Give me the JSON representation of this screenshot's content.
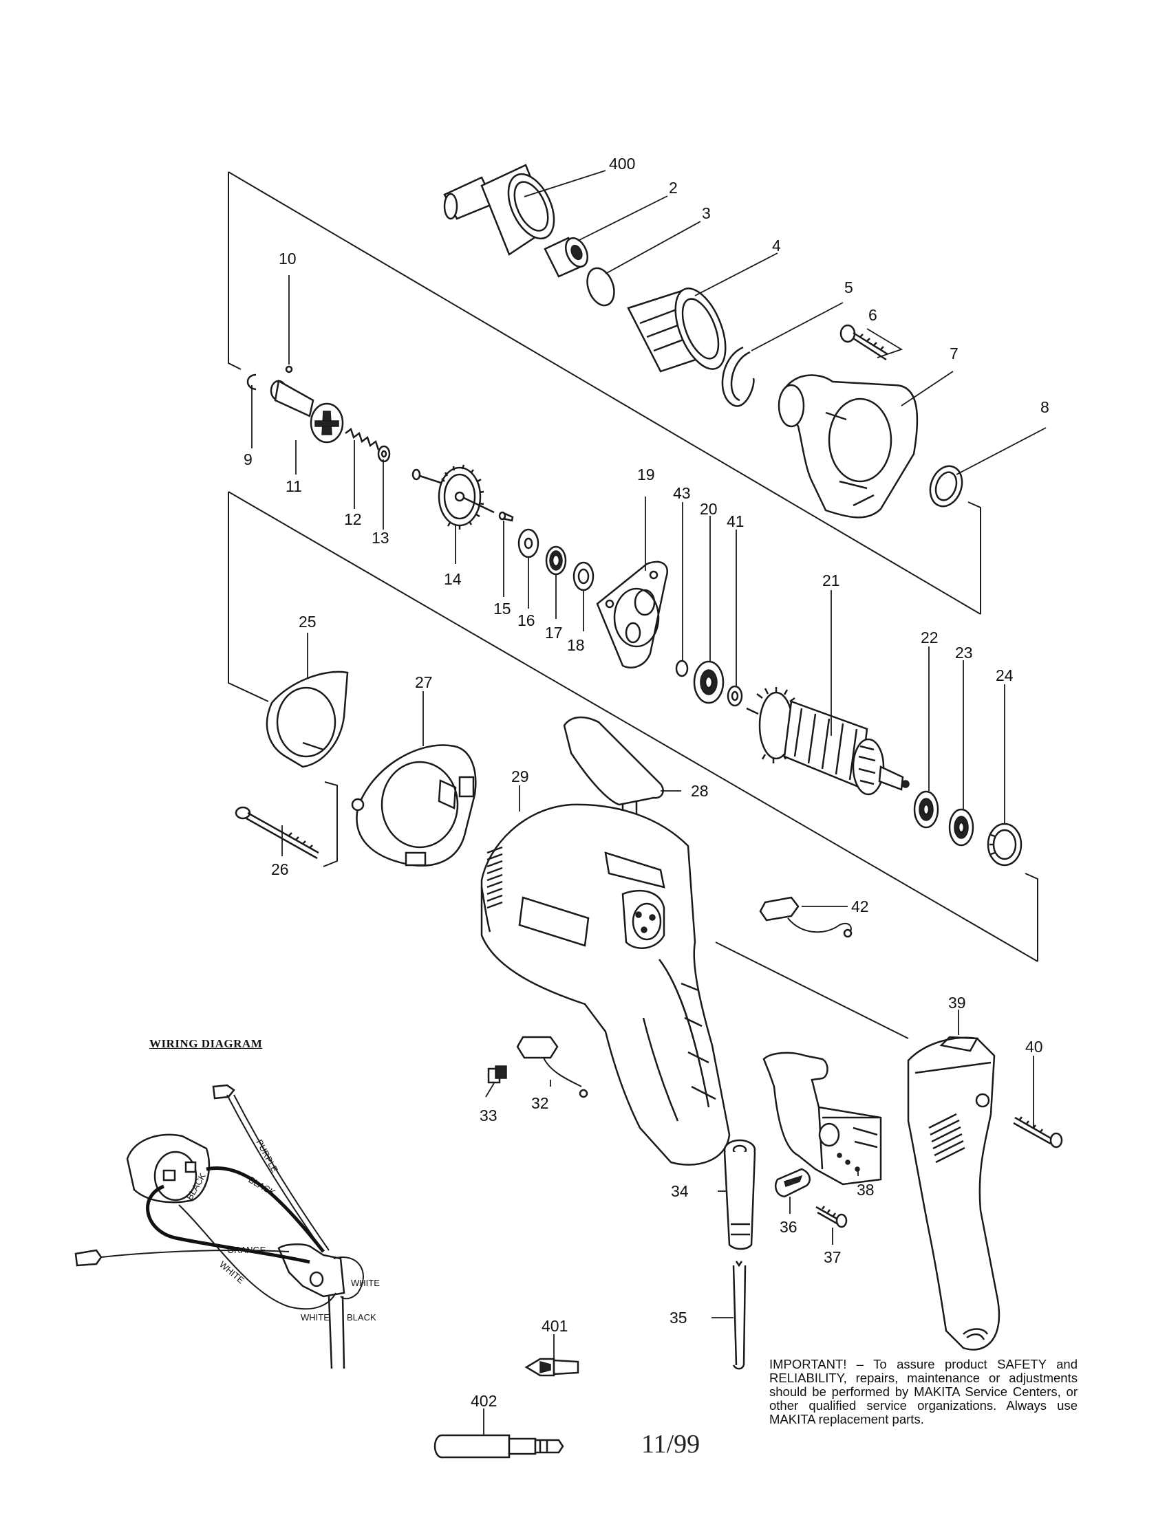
{
  "diagram": {
    "callouts": [
      {
        "id": "400",
        "text": "400"
      },
      {
        "id": "2",
        "text": "2"
      },
      {
        "id": "3",
        "text": "3"
      },
      {
        "id": "4",
        "text": "4"
      },
      {
        "id": "5",
        "text": "5"
      },
      {
        "id": "6",
        "text": "6"
      },
      {
        "id": "7",
        "text": "7"
      },
      {
        "id": "8",
        "text": "8"
      },
      {
        "id": "9",
        "text": "9"
      },
      {
        "id": "10",
        "text": "10"
      },
      {
        "id": "11",
        "text": "11"
      },
      {
        "id": "12",
        "text": "12"
      },
      {
        "id": "13",
        "text": "13"
      },
      {
        "id": "14",
        "text": "14"
      },
      {
        "id": "15",
        "text": "15"
      },
      {
        "id": "16",
        "text": "16"
      },
      {
        "id": "17",
        "text": "17"
      },
      {
        "id": "18",
        "text": "18"
      },
      {
        "id": "19",
        "text": "19"
      },
      {
        "id": "20",
        "text": "20"
      },
      {
        "id": "21",
        "text": "21"
      },
      {
        "id": "22",
        "text": "22"
      },
      {
        "id": "23",
        "text": "23"
      },
      {
        "id": "24",
        "text": "24"
      },
      {
        "id": "25",
        "text": "25"
      },
      {
        "id": "26",
        "text": "26"
      },
      {
        "id": "27",
        "text": "27"
      },
      {
        "id": "28",
        "text": "28"
      },
      {
        "id": "29",
        "text": "29"
      },
      {
        "id": "32",
        "text": "32"
      },
      {
        "id": "33",
        "text": "33"
      },
      {
        "id": "34",
        "text": "34"
      },
      {
        "id": "35",
        "text": "35"
      },
      {
        "id": "36",
        "text": "36"
      },
      {
        "id": "37",
        "text": "37"
      },
      {
        "id": "38",
        "text": "38"
      },
      {
        "id": "39",
        "text": "39"
      },
      {
        "id": "40",
        "text": "40"
      },
      {
        "id": "41",
        "text": "41"
      },
      {
        "id": "42",
        "text": "42"
      },
      {
        "id": "43",
        "text": "43"
      },
      {
        "id": "401",
        "text": "401"
      },
      {
        "id": "402",
        "text": "402"
      }
    ]
  },
  "wiring": {
    "title": "WIRING DIAGRAM",
    "labels": {
      "purple": "PURPLE",
      "black_upper": "BLACK",
      "black_left": "BLACK",
      "orange": "ORANGE",
      "white_diag": "WHITE",
      "white_right": "WHITE",
      "white_bottom": "WHITE",
      "black_bottom": "BLACK"
    }
  },
  "notice": {
    "text": "IMPORTANT! – To assure product SAFETY and RELIABILITY, repairs, maintenance or adjustments should be performed by MAKITA Service Centers, or other qualified service organizations. Always use MAKITA replacement parts."
  },
  "footer": {
    "date_code": "11/99"
  }
}
